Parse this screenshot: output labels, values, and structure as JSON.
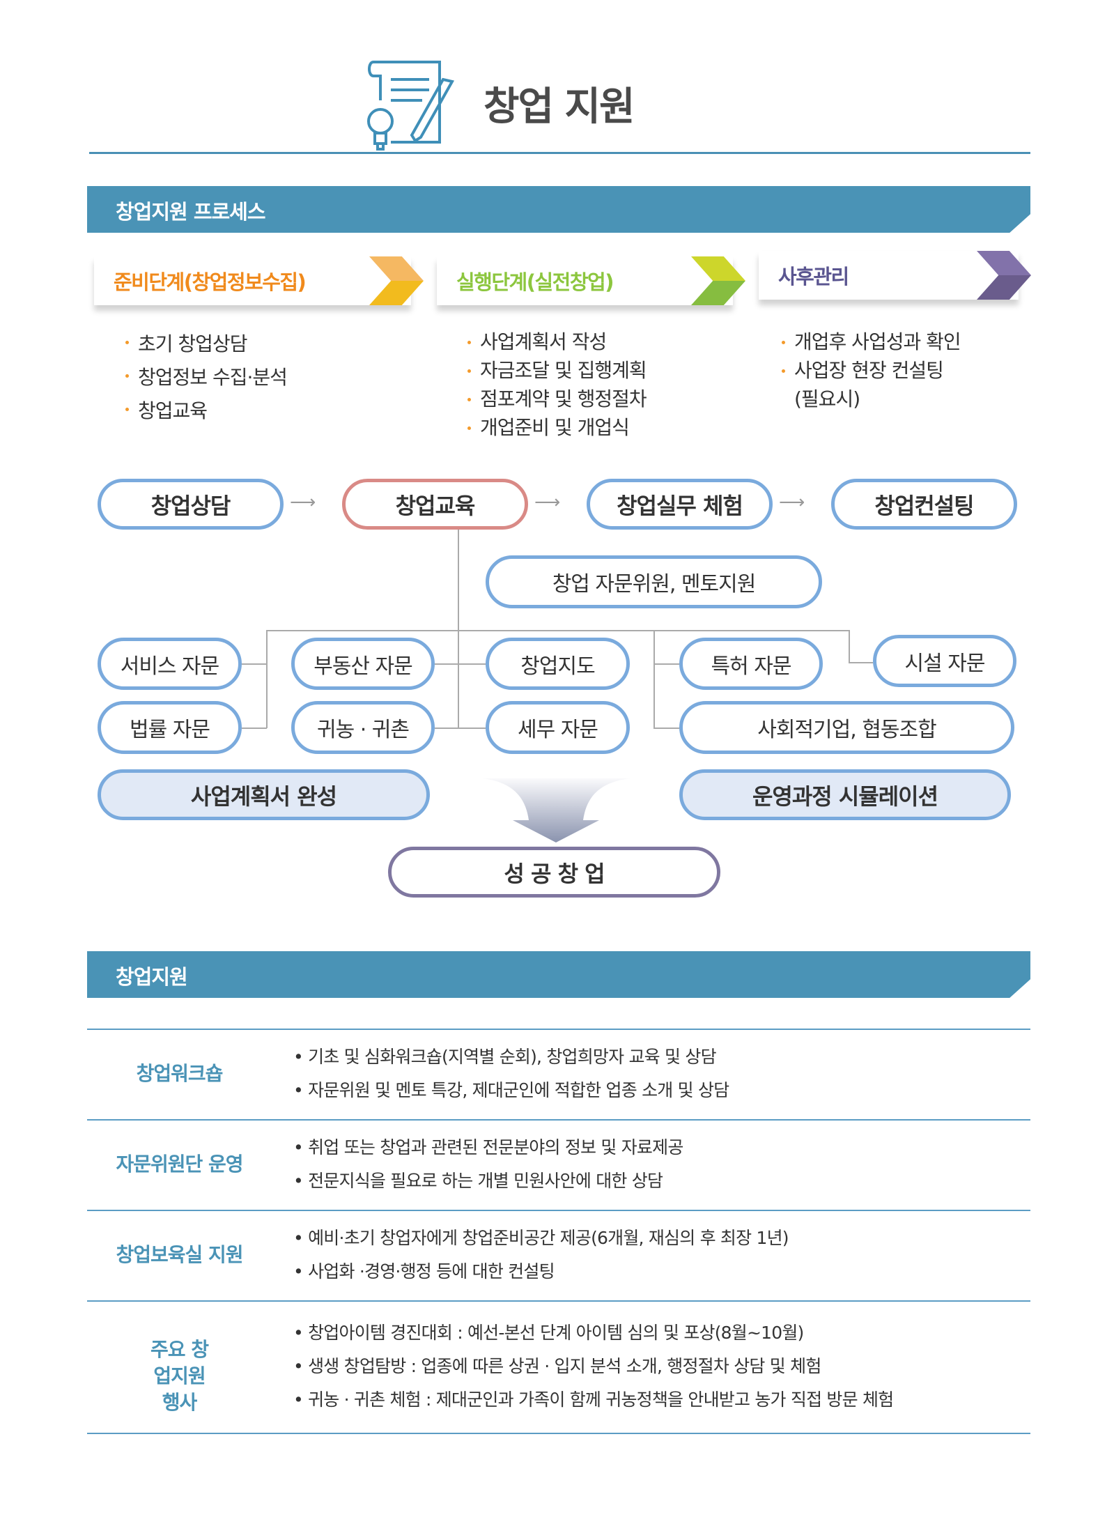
{
  "header": {
    "title": "창업 지원",
    "icon": "document-pen-lightbulb-icon"
  },
  "process": {
    "title": "창업지원 프로세스",
    "stages": [
      {
        "label": "준비단계(창업정보수집)",
        "color": "#f08a1c",
        "chev_top": "#f5b862",
        "chev_bottom": "#f2bb1e",
        "items": [
          "초기 창업상담",
          "창업정보 수집·분석",
          "창업교육"
        ]
      },
      {
        "label": "실행단계(실전창업)",
        "color": "#8cc63e",
        "chev_top": "#cdd62b",
        "chev_bottom": "#86bd40",
        "items": [
          "사업계획서 작성",
          "자금조달 및 집행계획",
          "점포계약 및 행정절차",
          "개업준비 및 개업식"
        ]
      },
      {
        "label": "사후관리",
        "color": "#5a5590",
        "chev_top": "#8272aa",
        "chev_bottom": "#6a5c8c",
        "items": [
          "개업후 사업성과 확인",
          "사업장 현장 컨설팅",
          "(필요시)"
        ]
      }
    ],
    "flow": [
      "창업상담",
      "창업교육",
      "창업실무 체험",
      "창업컨설팅"
    ],
    "mentor": "창업 자문위원, 멘토지원",
    "services": [
      "서비스 자문",
      "법률 자문",
      "부동산 자문",
      "귀농 · 귀촌",
      "창업지도",
      "세무 자문",
      "특허 자문",
      "사회적기업, 협동조합",
      "시설 자문"
    ],
    "results": [
      "사업계획서 완성",
      "운영과정 시뮬레이션"
    ],
    "final": "성 공 창 업"
  },
  "support": {
    "title": "창업지원",
    "rows": [
      {
        "label": "창업워크숍",
        "items": [
          "기초 및 심화워크숍(지역별 순회), 창업희망자 교육 및 상담",
          "자문위원 및 멘토 특강, 제대군인에 적합한 업종 소개 및 상담"
        ]
      },
      {
        "label": "자문위원단 운영",
        "items": [
          "취업 또는 창업과 관련된 전문분야의 정보 및 자료제공",
          "전문지식을 필요로 하는 개별 민원사안에 대한 상담"
        ]
      },
      {
        "label": "창업보육실 지원",
        "items": [
          "예비·초기 창업자에게 창업준비공간 제공(6개월, 재심의 후 최장 1년)",
          "사업화 ·경영·행정 등에 대한 컨설팅"
        ]
      },
      {
        "label": "주요 창업지원 행사",
        "items": [
          "창업아이템 경진대회 : 예선-본선 단계 아이템 심의 및 포상(8월~10월)",
          "생생 창업탐방 : 업종에 따른 상권 · 입지 분석 소개, 행정절차 상담 및 체험",
          "귀농 · 귀촌 체험 : 제대군인과 가족이 함께 귀농정책을 안내받고 농가 직접 방문 체험"
        ]
      }
    ]
  }
}
